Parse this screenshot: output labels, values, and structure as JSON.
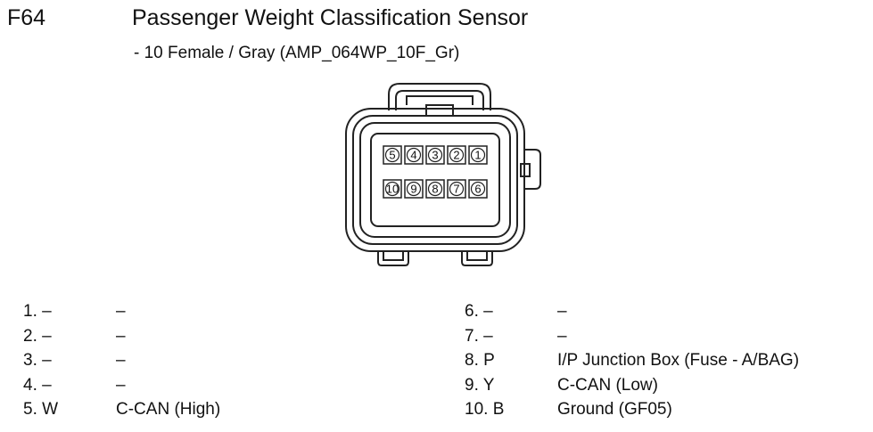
{
  "header": {
    "code": "F64",
    "title": "Passenger Weight Classification Sensor",
    "subtitle": "- 10 Female / Gray (AMP_064WP_10F_Gr)"
  },
  "connector": {
    "top_row": [
      "5",
      "4",
      "3",
      "2",
      "1"
    ],
    "bottom_row": [
      "10",
      "9",
      "8",
      "7",
      "6"
    ]
  },
  "pins_left": [
    {
      "id": "1. –",
      "label": "–"
    },
    {
      "id": "2. –",
      "label": "–"
    },
    {
      "id": "3. –",
      "label": "–"
    },
    {
      "id": "4. –",
      "label": "–"
    },
    {
      "id": "5. W",
      "label": "C-CAN (High)"
    }
  ],
  "pins_right": [
    {
      "id": "6. –",
      "label": "–"
    },
    {
      "id": "7. –",
      "label": "–"
    },
    {
      "id": "8. P",
      "label": "I/P Junction Box (Fuse - A/BAG)"
    },
    {
      "id": "9. Y",
      "label": "C-CAN (Low)"
    },
    {
      "id": "10. B",
      "label": "Ground (GF05)"
    }
  ]
}
